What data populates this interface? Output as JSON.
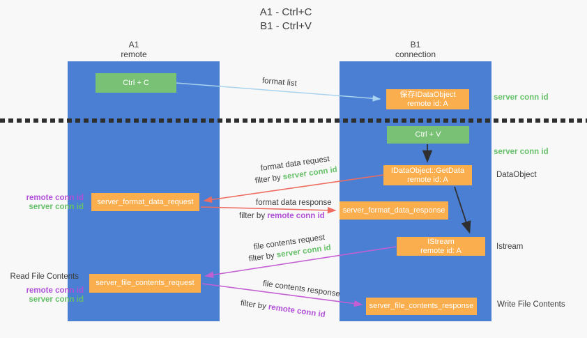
{
  "title": {
    "line1": "A1 - Ctrl+C",
    "line2": "B1 - Ctrl+V"
  },
  "lanes": {
    "left": {
      "name": "A1",
      "subtitle": "remote"
    },
    "right": {
      "name": "B1",
      "subtitle": "connection"
    }
  },
  "boxes": {
    "ctrl_c": {
      "label": "Ctrl + C"
    },
    "save_dataobject": {
      "line1": "保存IDataObject",
      "line2": "remote id: A"
    },
    "ctrl_v": {
      "label": "Ctrl + V"
    },
    "getdata": {
      "line1": "IDataObject::GetData",
      "line2": "remote id: A"
    },
    "format_request": {
      "label": "server_format_data_request"
    },
    "format_response": {
      "label": "server_format_data_response"
    },
    "istream": {
      "line1": "IStream",
      "line2": "remote id: A"
    },
    "file_request": {
      "label": "server_file_contents_request"
    },
    "file_response": {
      "label": "server_file_contents_response"
    }
  },
  "flow_labels": {
    "format_list": "format list",
    "format_data_request": "format data request",
    "format_request_filter_prefix": "filter by ",
    "format_request_filter_key": "server conn id",
    "format_data_response": "format data response",
    "format_response_filter_prefix": "filter by ",
    "format_response_filter_key": "remote conn id",
    "file_contents_request": "file contents request",
    "file_request_filter_prefix": "filter by ",
    "file_request_filter_key": "server conn id",
    "file_contents_response": "file contents response",
    "file_response_filter_prefix": "filter by ",
    "file_response_filter_key": "remote conn id"
  },
  "right_labels": {
    "server_conn_id_top": "server conn id",
    "server_conn_id_mid": "server conn id",
    "dataobject": "DataObject",
    "istream": "Istream",
    "write_file_contents": "Write File Contents"
  },
  "left_labels": {
    "remote_conn_id_top": "remote conn id",
    "server_conn_id_top": "server conn id",
    "read_file_contents": "Read File Contents",
    "remote_conn_id_bottom": "remote conn id",
    "server_conn_id_bottom": "server conn id"
  },
  "colors": {
    "lane_blue": "#4a7fd3",
    "box_green": "#79c175",
    "box_orange": "#fbae4d",
    "arrow_lightblue": "#a9d3ee",
    "arrow_black": "#2f2f2f",
    "arrow_red": "#ee6c60",
    "arrow_magenta": "#c35fd2",
    "text_green": "#67c06a",
    "text_purple": "#b050d8"
  }
}
